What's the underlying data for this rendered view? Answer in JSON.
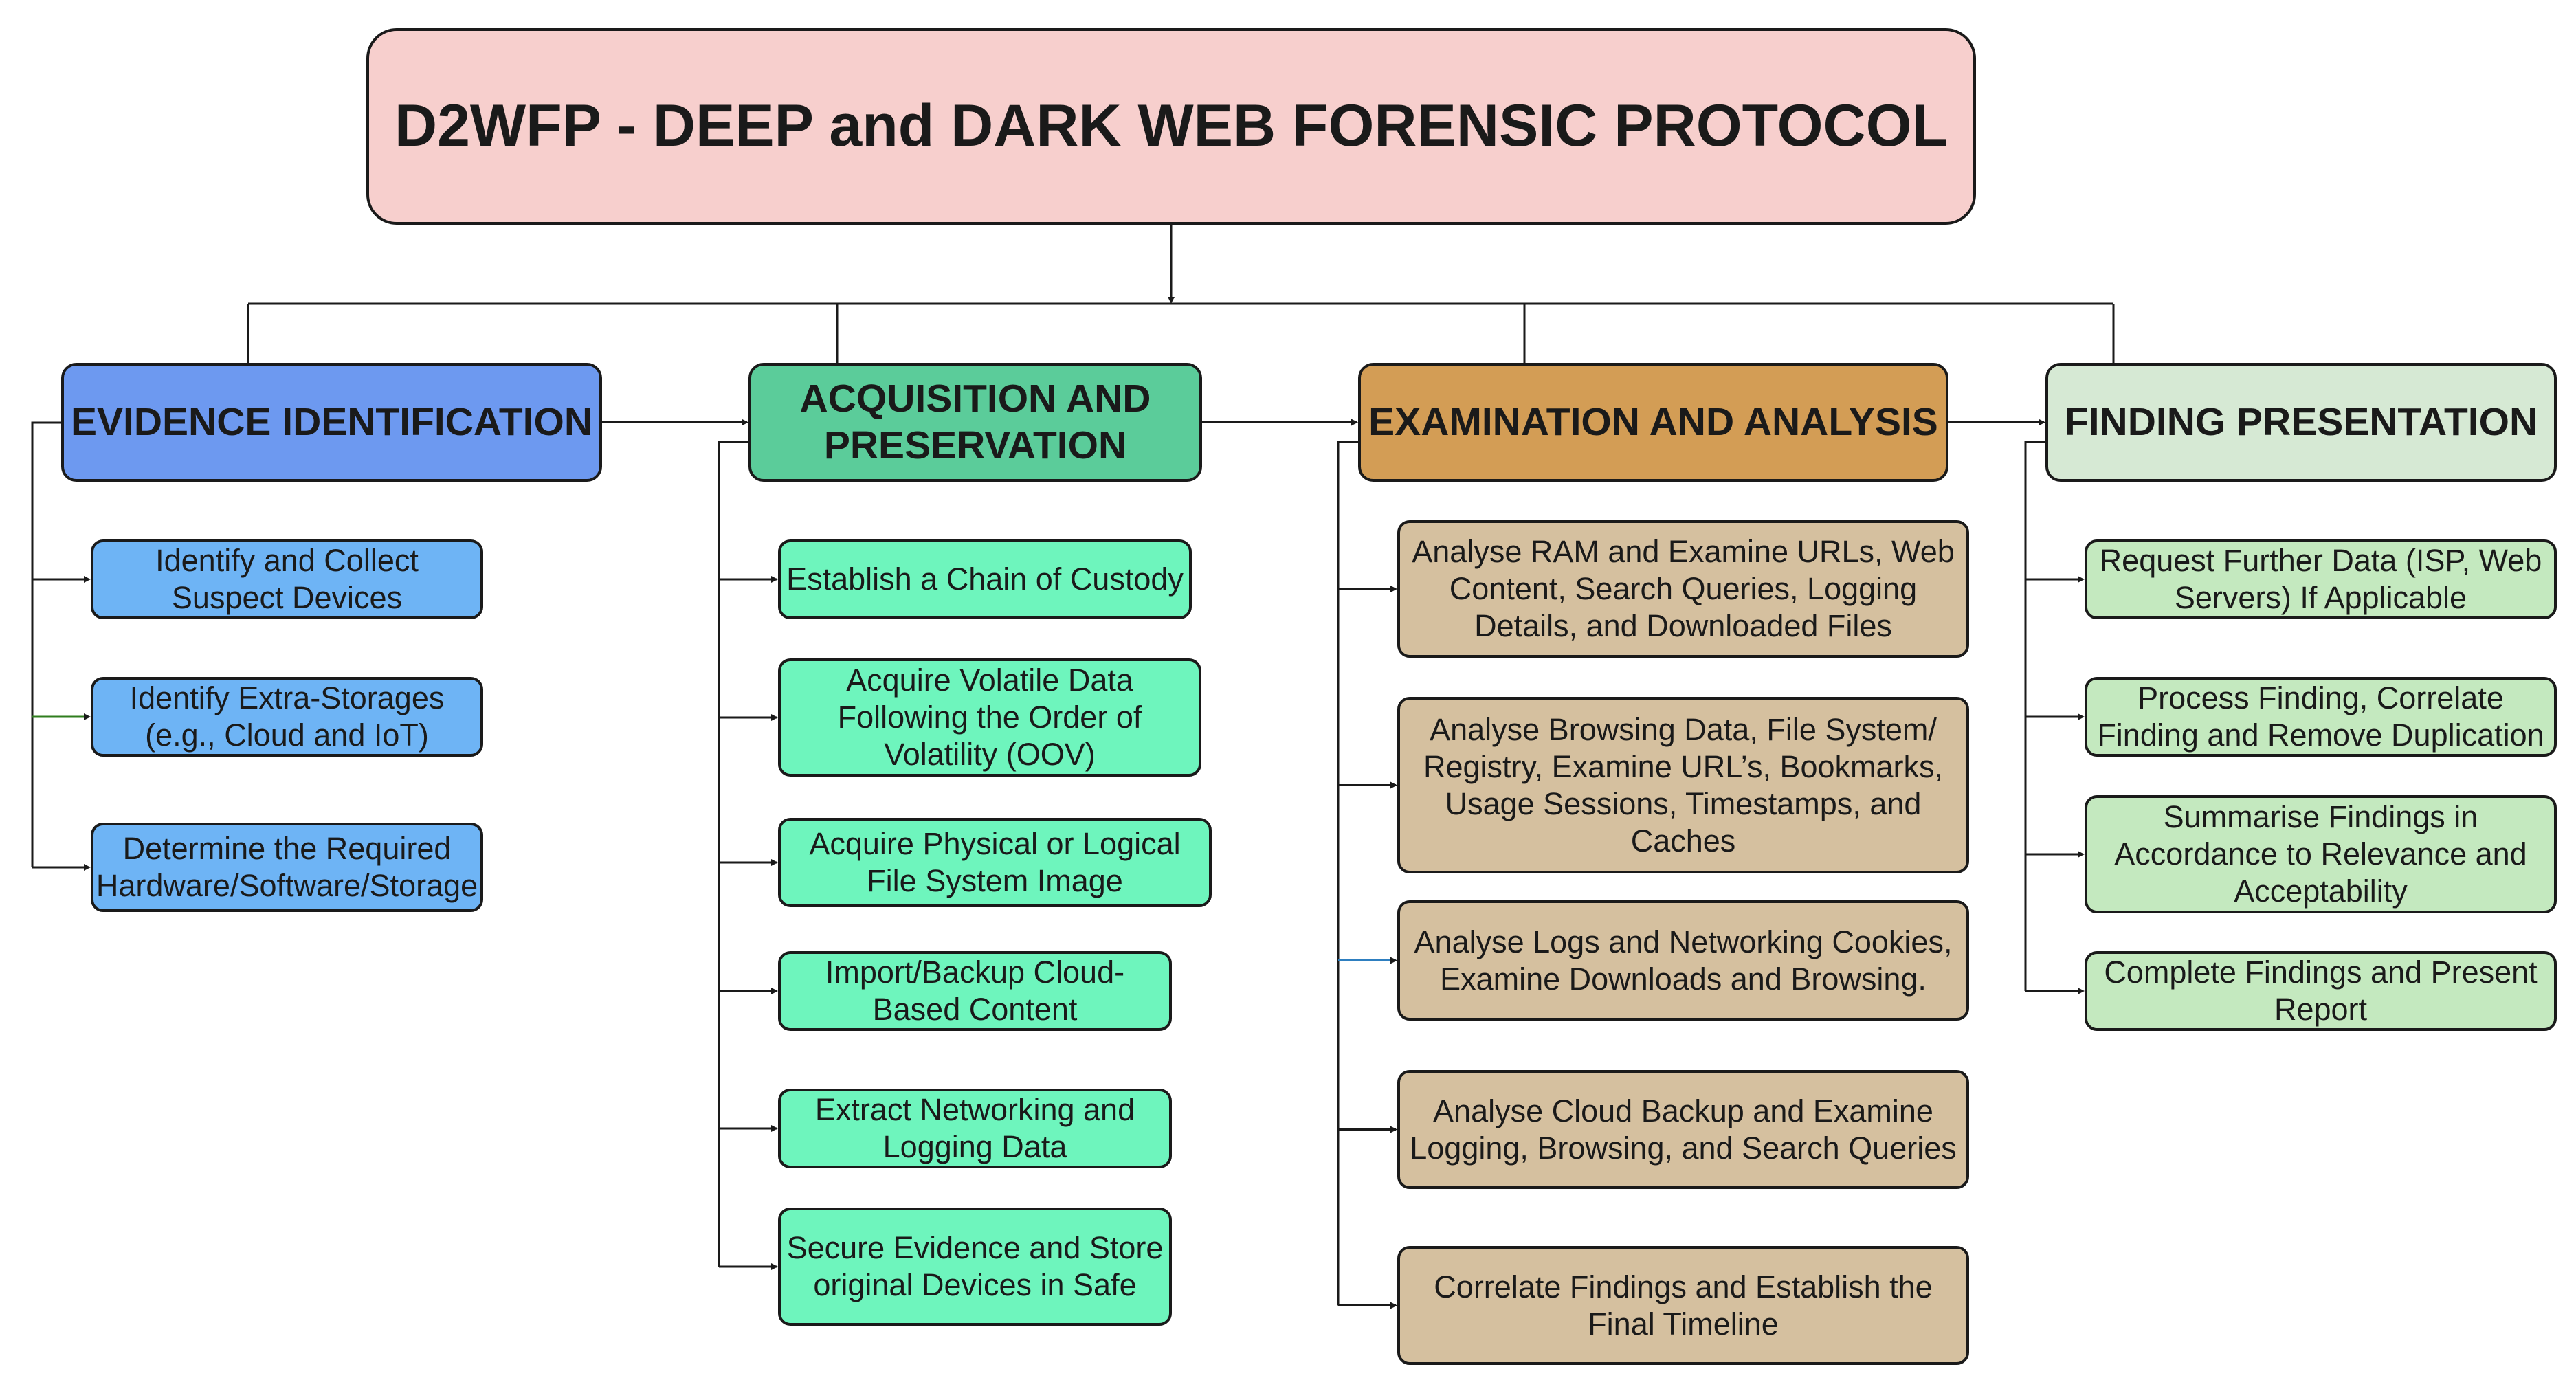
{
  "title": "D2WFP - DEEP and DARK WEB FORENSIC PROTOCOL",
  "phases": [
    {
      "label": "EVIDENCE IDENTIFICATION",
      "color": "#6d99f0",
      "step_color": "#6eb4f5",
      "steps": [
        "Identify and Collect Suspect Devices",
        "Identify Extra-Storages (e.g., Cloud and IoT)",
        "Determine the Required Hardware/Software/Storage"
      ]
    },
    {
      "label": "ACQUISITION AND PRESERVATION",
      "color": "#5bcc9a",
      "step_color": "#6ef5bd",
      "steps": [
        "Establish a Chain of Custody",
        "Acquire Volatile Data Following the Order of Volatility (OOV)",
        "Acquire Physical or Logical File System Image",
        "Import/Backup Cloud-Based Content",
        "Extract Networking and Logging Data",
        "Secure Evidence and Store original Devices in Safe"
      ]
    },
    {
      "label": "EXAMINATION AND ANALYSIS",
      "color": "#d39d55",
      "step_color": "#d5c09f",
      "steps": [
        "Analyse RAM and Examine URLs, Web Content, Search Queries, Logging Details, and Downloaded Files",
        "Analyse Browsing Data, File System/ Registry, Examine URL’s, Bookmarks, Usage Sessions, Timestamps, and Caches",
        "Analyse Logs and Networking Cookies, Examine Downloads and Browsing.",
        "Analyse Cloud Backup and Examine Logging, Browsing, and Search Queries",
        "Correlate Findings and Establish the Final Timeline"
      ]
    },
    {
      "label": "FINDING PRESENTATION",
      "color": "#d6e9d4",
      "step_color": "#c4e9bf",
      "steps": [
        "Request Further Data (ISP, Web Servers) If Applicable",
        "Process Finding, Correlate Finding and Remove Duplication",
        "Summarise Findings in Accordance to Relevance and Acceptability",
        "Complete Findings and Present Report"
      ]
    }
  ],
  "colors": {
    "title_fill": "#f7cfcd",
    "line": "#1a1a1a",
    "green_arrow": "#2f7d1e",
    "blue_arrow": "#2e7fc0"
  }
}
